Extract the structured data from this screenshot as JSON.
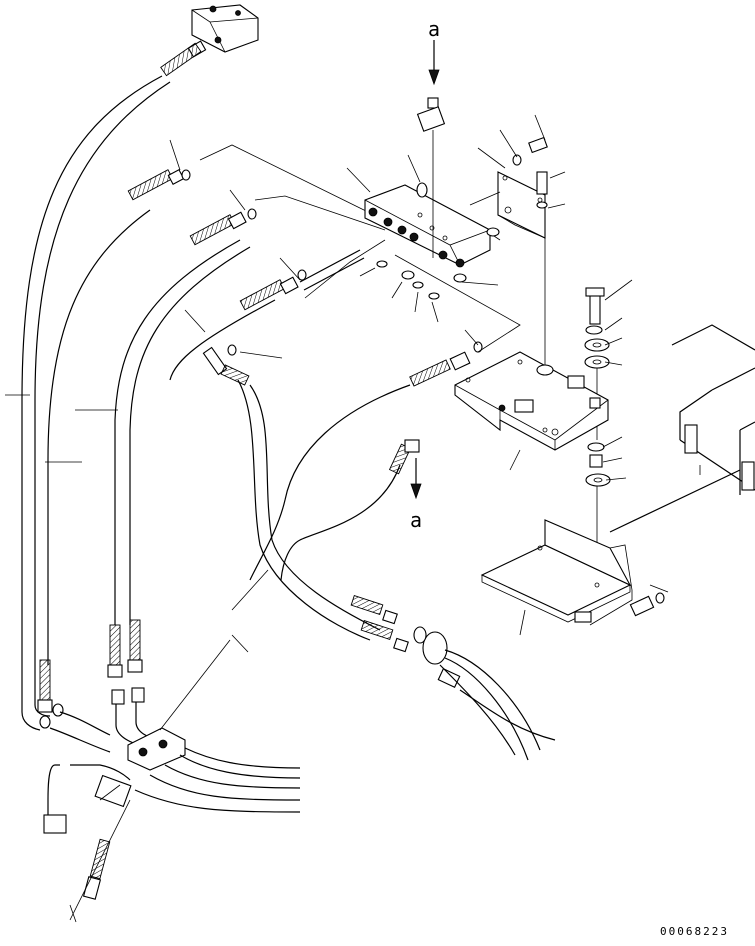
{
  "diagram": {
    "view_arrow_top_label": "a",
    "view_arrow_bottom_label": "a",
    "drawing_number": "00068223"
  }
}
